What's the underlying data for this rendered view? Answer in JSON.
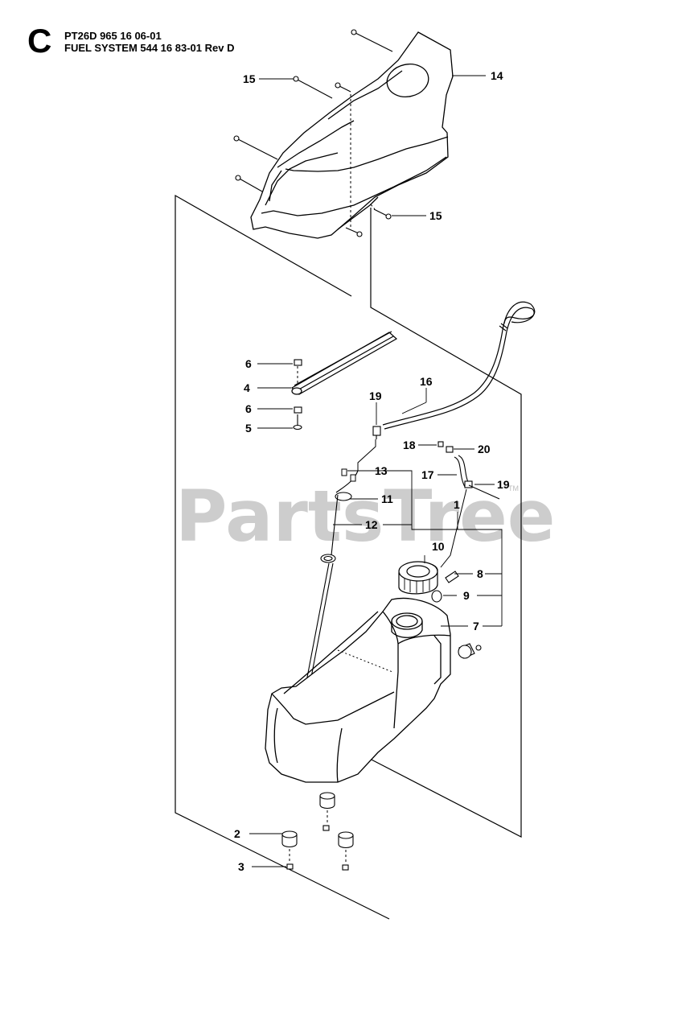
{
  "header": {
    "section_letter": "C",
    "line1": "PT26D 965 16 06-01",
    "line2": "FUEL SYSTEM 544 16 83-01 Rev D"
  },
  "watermark": {
    "text": "PartsTree",
    "tm": "TM"
  },
  "callouts": {
    "c15a": "15",
    "c14": "14",
    "c15b": "15",
    "c6a": "6",
    "c4": "4",
    "c6b": "6",
    "c5": "5",
    "c19a": "19",
    "c16": "16",
    "c18": "18",
    "c20": "20",
    "c13": "13",
    "c17": "17",
    "c19b": "19",
    "c11": "11",
    "c1": "1",
    "c12": "12",
    "c10": "10",
    "c8": "8",
    "c9": "9",
    "c7": "7",
    "c2": "2",
    "c3": "3"
  }
}
